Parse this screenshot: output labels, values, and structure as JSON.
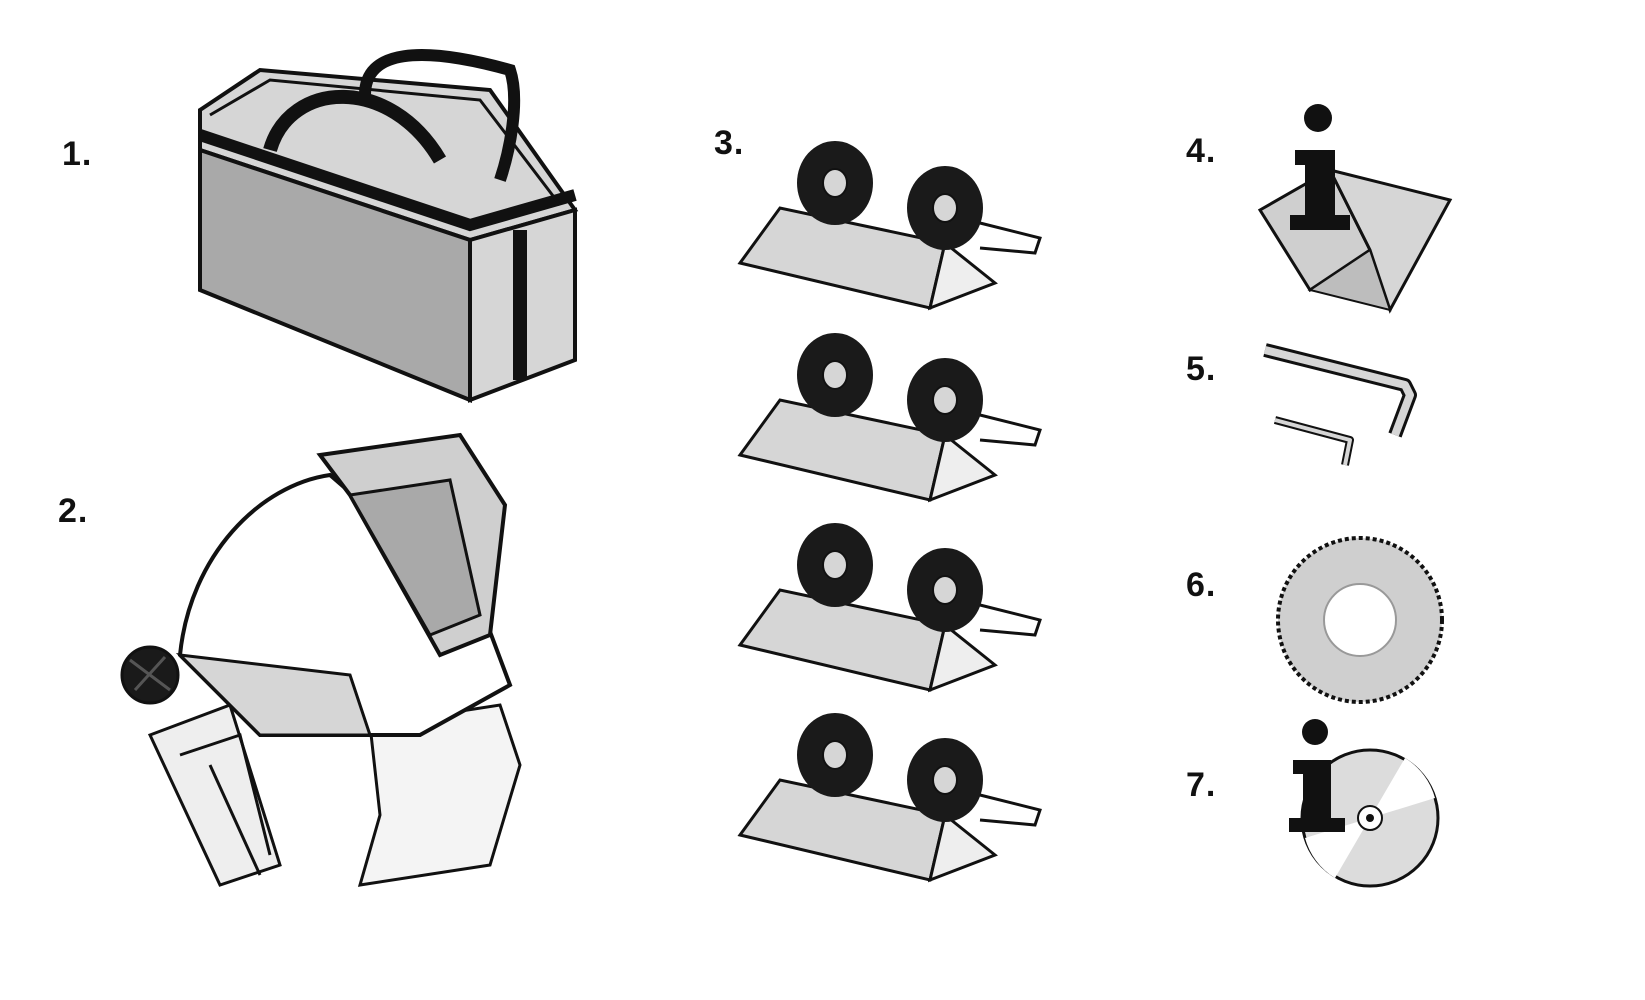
{
  "items": [
    {
      "label": "1.",
      "icon": "carry-bag-icon"
    },
    {
      "label": "2.",
      "icon": "welding-helmet-icon"
    },
    {
      "label": "3.",
      "icon": "roller-bracket-icon"
    },
    {
      "label": "4.",
      "icon": "instruction-manual-icon"
    },
    {
      "label": "5.",
      "icon": "allen-key-icon"
    },
    {
      "label": "6.",
      "icon": "grinding-disc-icon"
    },
    {
      "label": "7.",
      "icon": "info-cd-icon"
    }
  ],
  "colors": {
    "outline": "#111111",
    "light_fill": "#d6d6d6",
    "mid_fill": "#a9a9a9",
    "dark_fill": "#1a1a1a"
  }
}
